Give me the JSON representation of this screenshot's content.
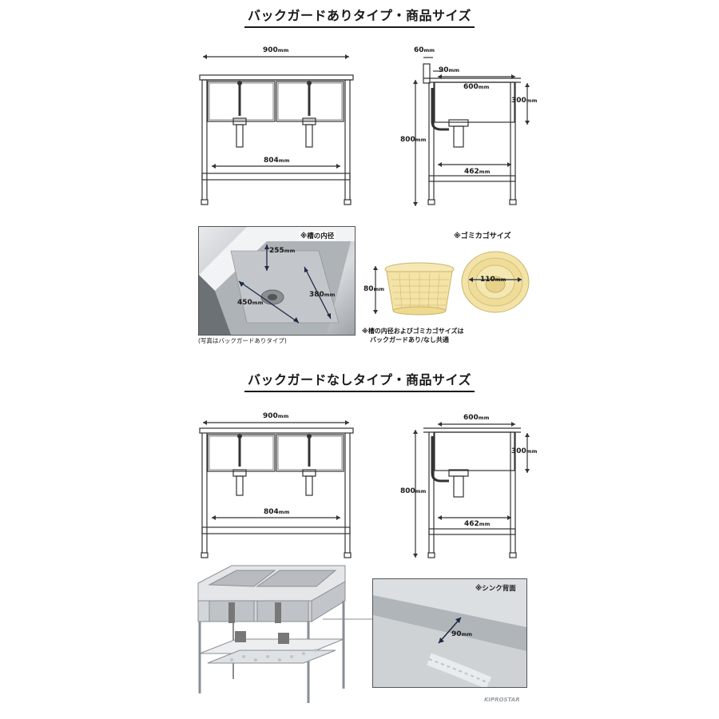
{
  "section1": {
    "title": "バックガードありタイプ・商品サイズ",
    "front": {
      "width": "900",
      "inner": "804",
      "unit": "mm"
    },
    "side": {
      "backguard": "60",
      "backguard_depth": "90",
      "depth": "600",
      "sink_height": "300",
      "height": "800",
      "inner": "462",
      "unit": "mm"
    }
  },
  "detail": {
    "inner_label": "※槽の内径",
    "depth": "255",
    "length": "450",
    "width": "380",
    "unit": "mm",
    "photo_caption": "(写真はバックガードありタイプ)",
    "basket_label": "※ゴミカゴサイズ",
    "basket_height": "80",
    "basket_diameter": "110",
    "common_note_1": "※槽の内径およびゴミカゴサイズは",
    "common_note_2": "バックガードあり/なし共通"
  },
  "section2": {
    "title": "バックガードなしタイプ・商品サイズ",
    "front": {
      "width": "900",
      "inner": "804",
      "unit": "mm"
    },
    "side": {
      "depth": "600",
      "sink_height": "300",
      "height": "800",
      "inner": "462",
      "unit": "mm"
    }
  },
  "rear": {
    "label": "※シンク背面",
    "value": "90",
    "unit": "mm"
  },
  "brand": "KIPROSTAR",
  "colors": {
    "line": "#333333",
    "steel": "#c9ccd0",
    "basket": "#f3e3a6",
    "navy": "#1f2a44"
  }
}
